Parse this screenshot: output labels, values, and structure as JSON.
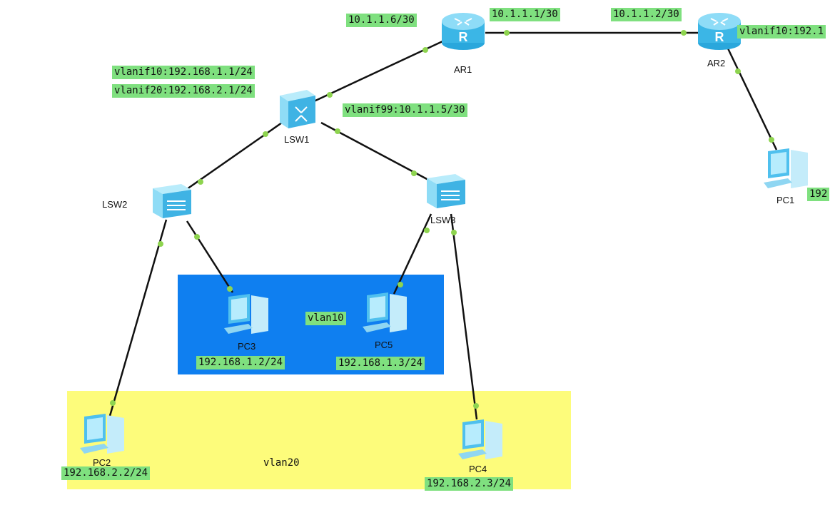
{
  "zones": {
    "vlan10": {
      "label": "vlan10",
      "color": "#0f7ff0"
    },
    "vlan20": {
      "label": "vlan20",
      "color": "#fdfc7b"
    }
  },
  "devices": {
    "ar1": {
      "name": "AR1",
      "type": "router-icon"
    },
    "ar2": {
      "name": "AR2",
      "type": "router-icon"
    },
    "lsw1": {
      "name": "LSW1",
      "type": "l3-switch-icon"
    },
    "lsw2": {
      "name": "LSW2",
      "type": "switch-icon"
    },
    "lsw3": {
      "name": "LSW3",
      "type": "switch-icon"
    },
    "pc1": {
      "name": "PC1",
      "type": "pc-icon"
    },
    "pc2": {
      "name": "PC2",
      "type": "pc-icon"
    },
    "pc3": {
      "name": "PC3",
      "type": "pc-icon"
    },
    "pc4": {
      "name": "PC4",
      "type": "pc-icon"
    },
    "pc5": {
      "name": "PC5",
      "type": "pc-icon"
    }
  },
  "addresses": {
    "ar1_lsw1": "10.1.1.6/30",
    "ar1_ar2": "10.1.1.1/30",
    "ar2_ar1": "10.1.1.2/30",
    "ar2_vlanif10": "vlanif10:192.1",
    "lsw1_vlanif10": "vlanif10:192.168.1.1/24",
    "lsw1_vlanif20": "vlanif20:192.168.2.1/24",
    "lsw1_vlanif99": "vlanif99:10.1.1.5/30",
    "pc1": "192",
    "pc2": "192.168.2.2/24",
    "pc3": "192.168.1.2/24",
    "pc4": "192.168.2.3/24",
    "pc5": "192.168.1.3/24"
  },
  "colors": {
    "link": "#111111",
    "port_dot": "#8ed44f",
    "tag_bg": "#7fe07f",
    "device_blue": "#5fc8f0"
  }
}
